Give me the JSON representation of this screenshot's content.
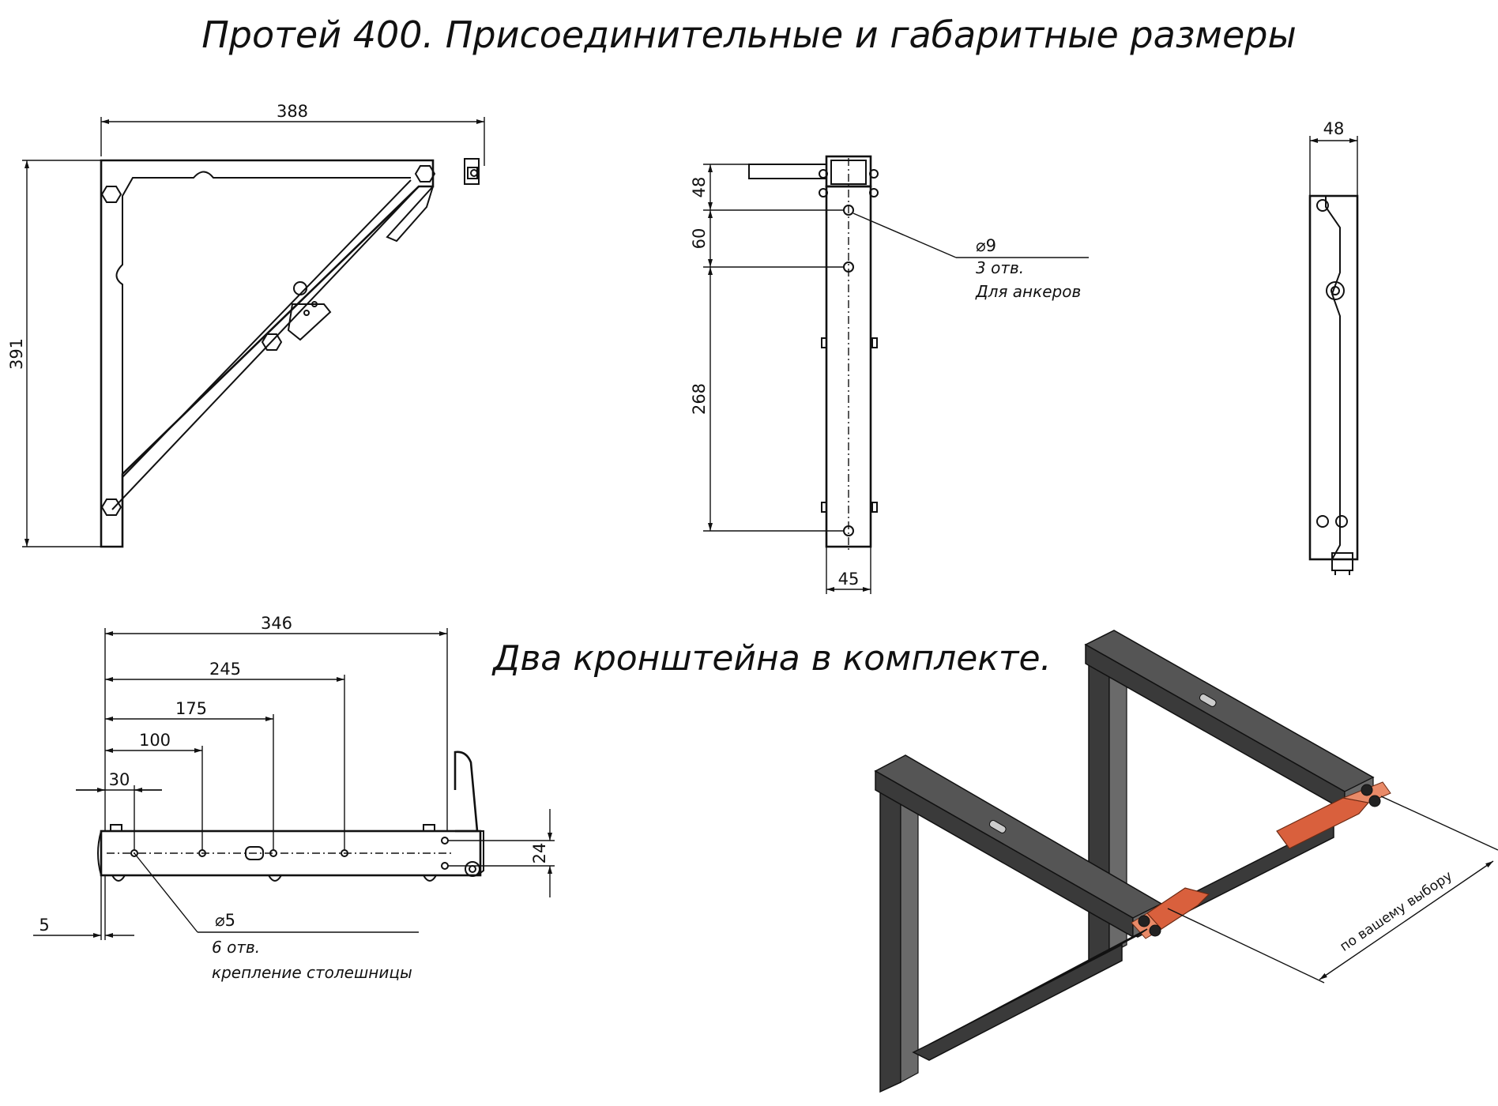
{
  "title": "Протей 400. Присоединительные и габаритные размеры",
  "subtitle": "Два кронштейна в комплекте.",
  "side_view": {
    "dim_width": "388",
    "dim_height": "391"
  },
  "front_view": {
    "dim_top": "48",
    "dim_mid": "60",
    "dim_long": "268",
    "dim_width": "45",
    "hole_diameter": "⌀9",
    "hole_count": "3 отв.",
    "hole_purpose": "Для анкеров"
  },
  "edge_view": {
    "dim_width": "48"
  },
  "top_view": {
    "dim_346": "346",
    "dim_245": "245",
    "dim_175": "175",
    "dim_100": "100",
    "dim_30": "30",
    "dim_5": "5",
    "dim_24": "24",
    "hole_diameter": "⌀5",
    "hole_count": "6 отв.",
    "hole_purpose": "крепление столешницы"
  },
  "iso_view": {
    "note": "по вашему выбору"
  }
}
